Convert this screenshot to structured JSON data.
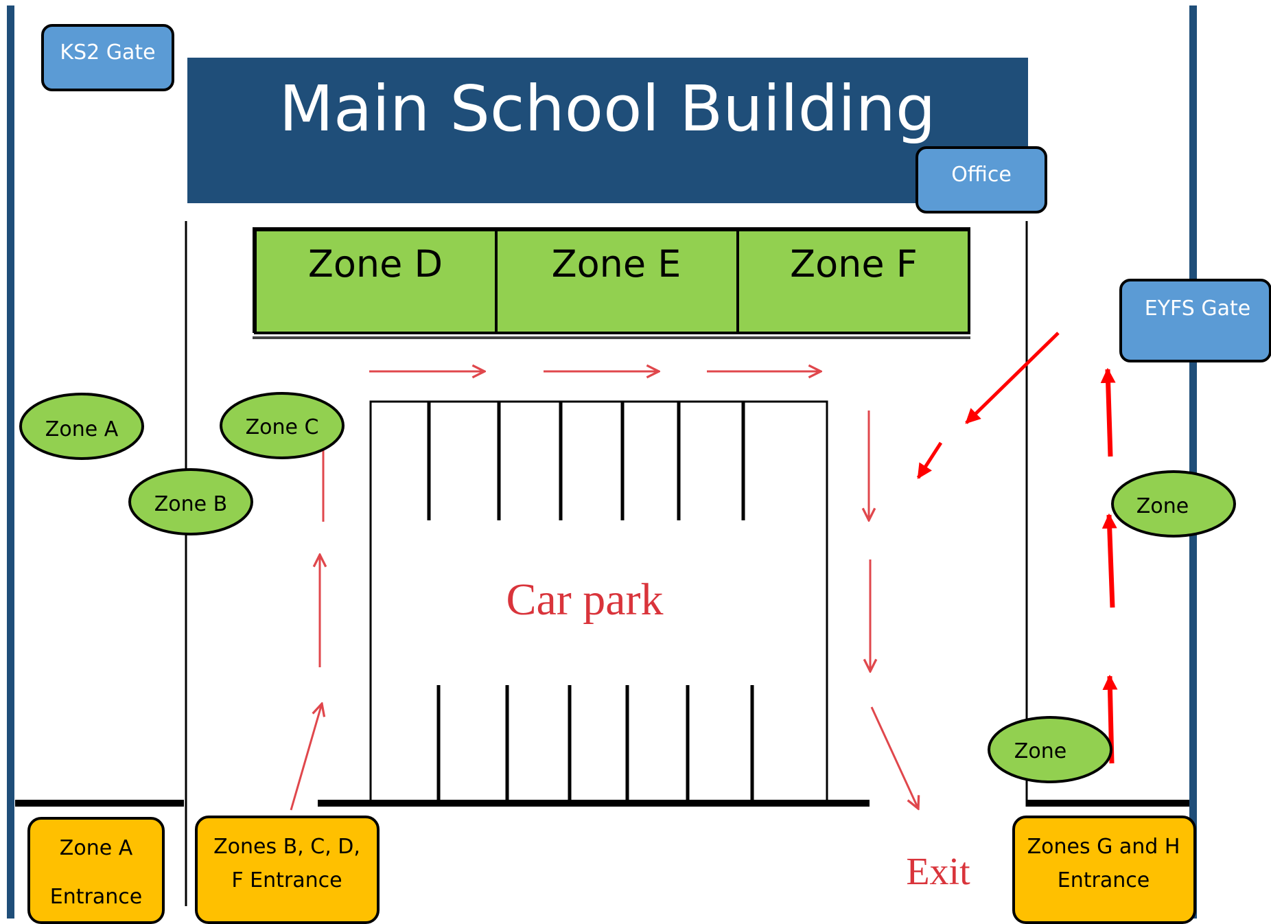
{
  "title": "Main School Building",
  "gates": {
    "ks2": "KS2 Gate",
    "office": "Office",
    "eyfs": "EYFS Gate"
  },
  "zones_top": [
    "Zone D",
    "Zone E",
    "Zone F"
  ],
  "zone_ovals": {
    "zone_a": "Zone A",
    "zone_b": "Zone B",
    "zone_c": "Zone C",
    "zone_right_upper": "Zone",
    "zone_right_lower": "Zone"
  },
  "car_park_label": "Car park",
  "exit_label": "Exit",
  "entrances": {
    "zone_a": {
      "line1": "Zone A",
      "line2": "Entrance"
    },
    "zones_bcdf": {
      "line1": "Zones B, C, D,",
      "line2": "F Entrance"
    },
    "zones_gh": {
      "line1": "Zones G and H",
      "line2": "Entrance"
    }
  },
  "colors": {
    "building": "#1f4e79",
    "gate_blue": "#5b9bd5",
    "zone_green": "#92d050",
    "entrance_orange": "#ffc000",
    "arrow_red": "#e0474c",
    "arrow_bright_red": "#ff0000",
    "boundary_blue": "#1f4e79"
  }
}
